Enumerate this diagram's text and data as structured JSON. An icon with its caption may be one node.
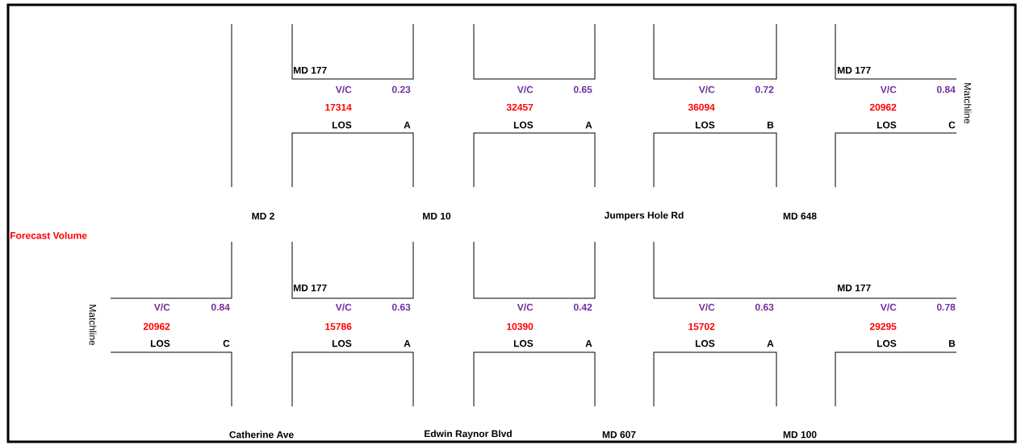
{
  "diagram": {
    "labels": [
      "MD 177",
      "MD 177",
      "V/C",
      "0.23",
      "V/C",
      "0.65",
      "V/C",
      "0.72",
      "V/C",
      "0.84",
      "Matchline",
      "17314",
      "32457",
      "36094",
      "20962",
      "LOS",
      "A",
      "LOS",
      "A",
      "LOS",
      "B",
      "LOS",
      "C",
      "MD 2",
      "MD 10",
      "Jumpers Hole Rd",
      "MD 648",
      "Forecast Volume",
      "MD 177",
      "MD 177",
      "Matchline",
      "V/C",
      "0.84",
      "V/C",
      "0.63",
      "V/C",
      "0.42",
      "V/C",
      "0.63",
      "V/C",
      "0.78",
      "20962",
      "15786",
      "10390",
      "15702",
      "29295",
      "LOS",
      "C",
      "LOS",
      "A",
      "LOS",
      "A",
      "LOS",
      "A",
      "LOS",
      "B",
      "Catherine Ave",
      "Edwin Raynor Blvd",
      "MD 607",
      "MD 100"
    ]
  }
}
